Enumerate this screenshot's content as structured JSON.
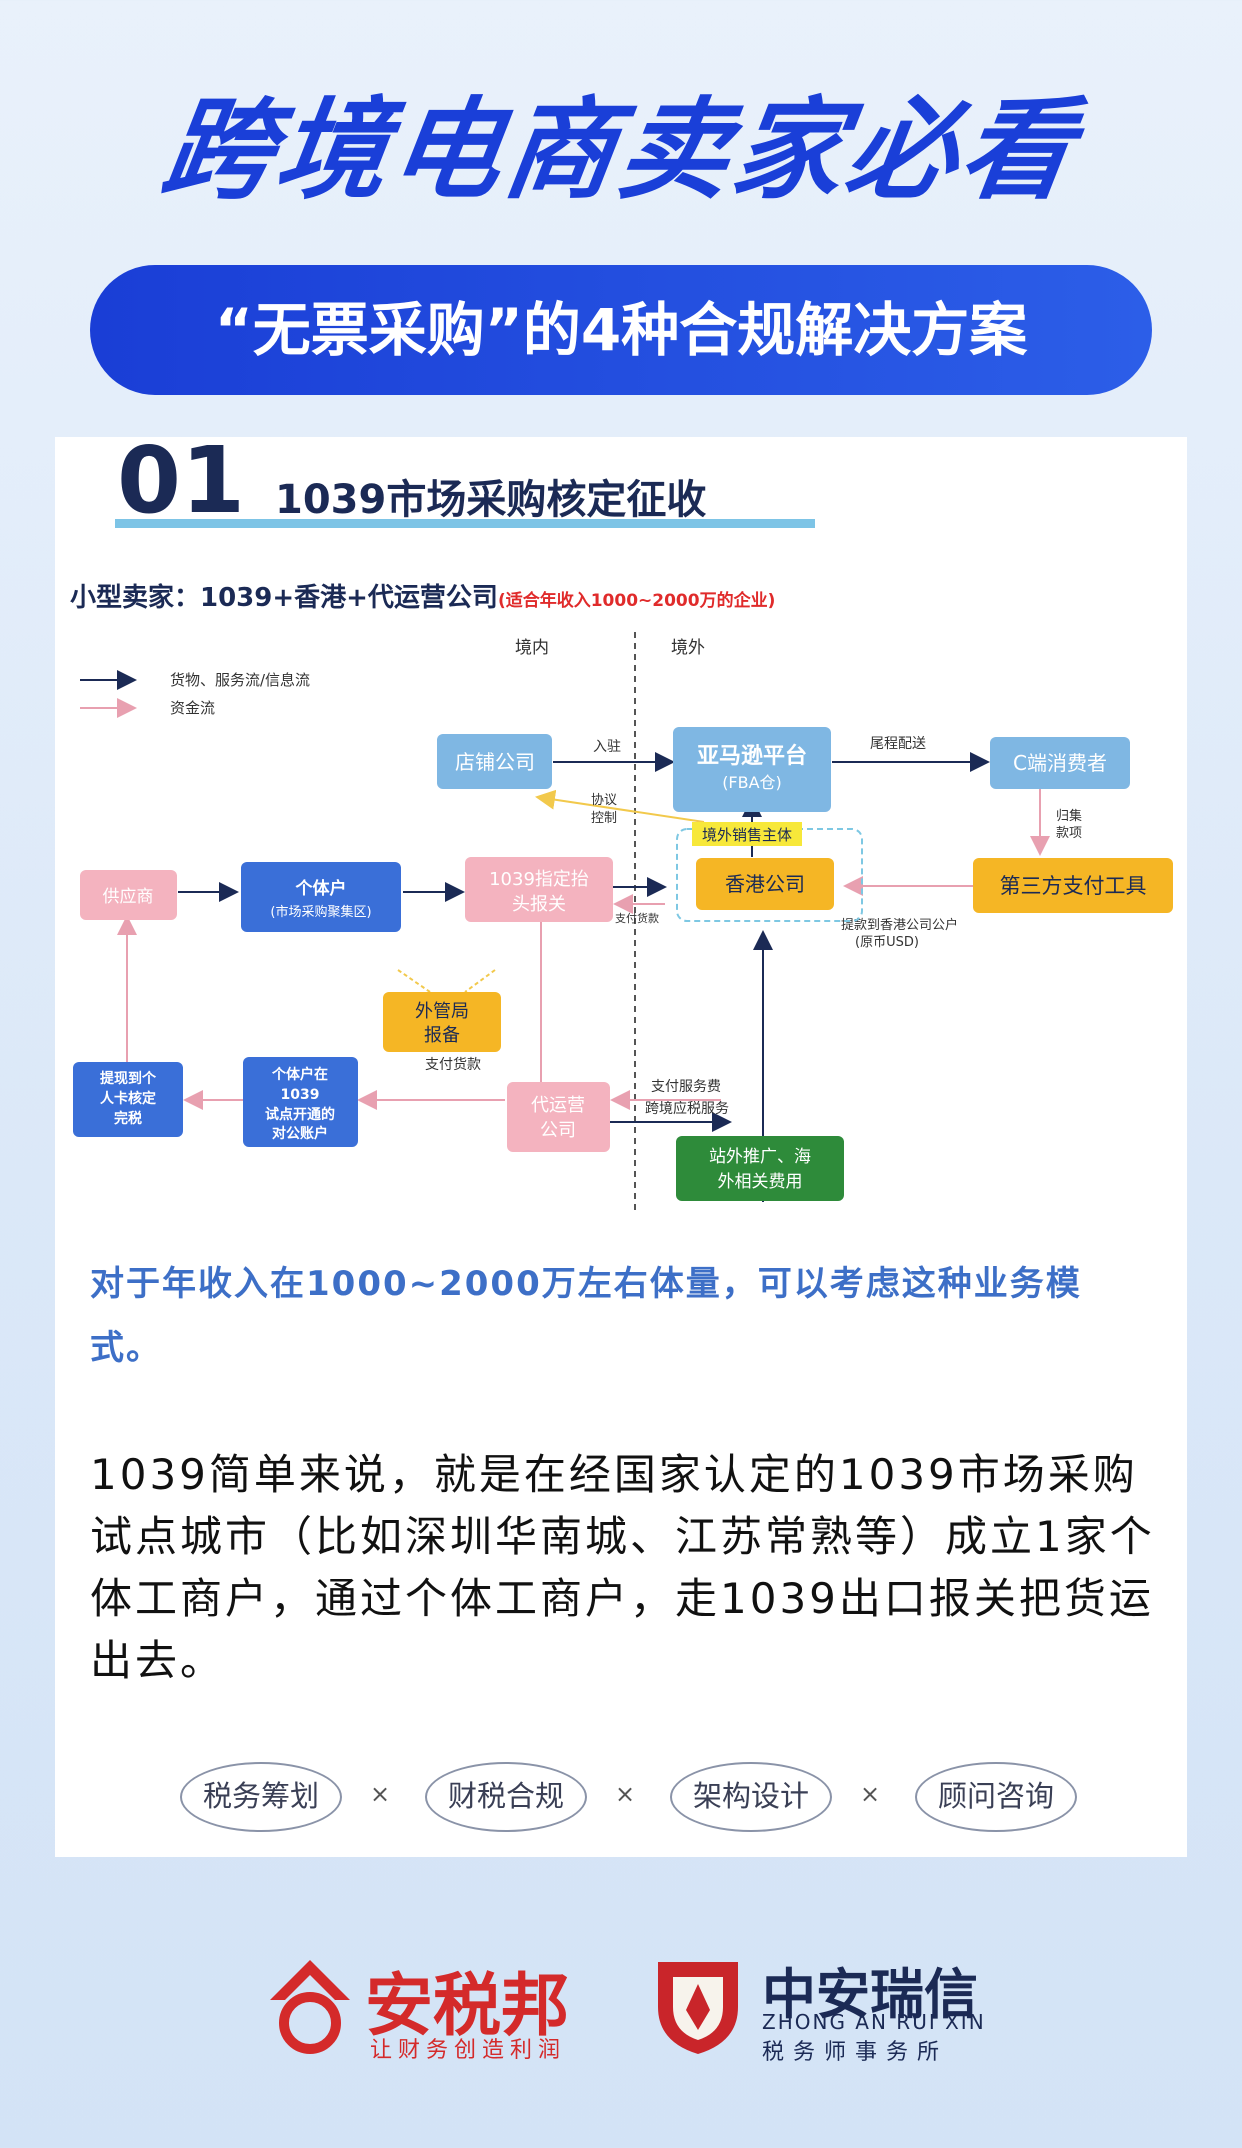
{
  "header": {
    "title": "跨境电商卖家必看",
    "subtitle": "“无票采购”的4种合规解决方案"
  },
  "section": {
    "number": "01",
    "title": "1039市场采购核定征收",
    "seller_type": "小型卖家：1039+香港+代运营公司",
    "seller_note": "(适合年收入1000~2000万的企业)"
  },
  "diagram": {
    "legend": {
      "goods": "货物、服务流/信息流",
      "funds": "资金流"
    },
    "regions": {
      "domestic": "境内",
      "overseas": "境外"
    },
    "nodes": {
      "shop": "店铺公司",
      "amazon": "亚马逊平台",
      "amazon_sub": "(FBA仓)",
      "consumer": "C端消费者",
      "supplier": "供应商",
      "individual": "个体户",
      "individual_sub": "(市场采购聚集区)",
      "customs_1": "1039指定抬",
      "customs_2": "头报关",
      "hk": "香港公司",
      "hk_label": "境外销售主体",
      "payment": "第三方支付工具",
      "forex_1": "外管局",
      "forex_2": "报备",
      "withdraw_1": "提现到个",
      "withdraw_2": "人卡核定",
      "withdraw_3": "完税",
      "account_1": "个体户在",
      "account_2": "1039",
      "account_3": "试点开通的",
      "account_4": "对公账户",
      "agency_1": "代运营",
      "agency_2": "公司",
      "promo_1": "站外推广、海",
      "promo_2": "外相关费用"
    },
    "edges": {
      "settle": "入驻",
      "agreement_1": "协议",
      "agreement_2": "控制",
      "last_mile": "尾程配送",
      "collect_1": "归集",
      "collect_2": "款项",
      "pay_goods_small": "支付货款",
      "withdraw_hk_1": "提款到香港公司公户",
      "withdraw_hk_2": "(原币USD)",
      "pay_goods": "支付货款",
      "pay_service": "支付服务费",
      "tax_service": "跨境应税服务"
    }
  },
  "body": {
    "highlight": "对于年收入在1000~2000万左右体量，可以考虑这种业务模式。",
    "paragraph": "1039简单来说，就是在经国家认定的1039市场采购试点城市（比如深圳华南城、江苏常熟等）成立1家个体工商户，通过个体工商户，走1039出口报关把货运出去。"
  },
  "tags": [
    "税务筹划",
    "财税合规",
    "架构设计",
    "顾问咨询"
  ],
  "tag_separator": "×",
  "footer": {
    "brand1": "安税邦",
    "brand1_slogan": "让财务创造利润",
    "brand2": "中安瑞信",
    "brand2_en": "ZHONG AN RUI XIN",
    "brand2_cn": "税务师事务所"
  }
}
